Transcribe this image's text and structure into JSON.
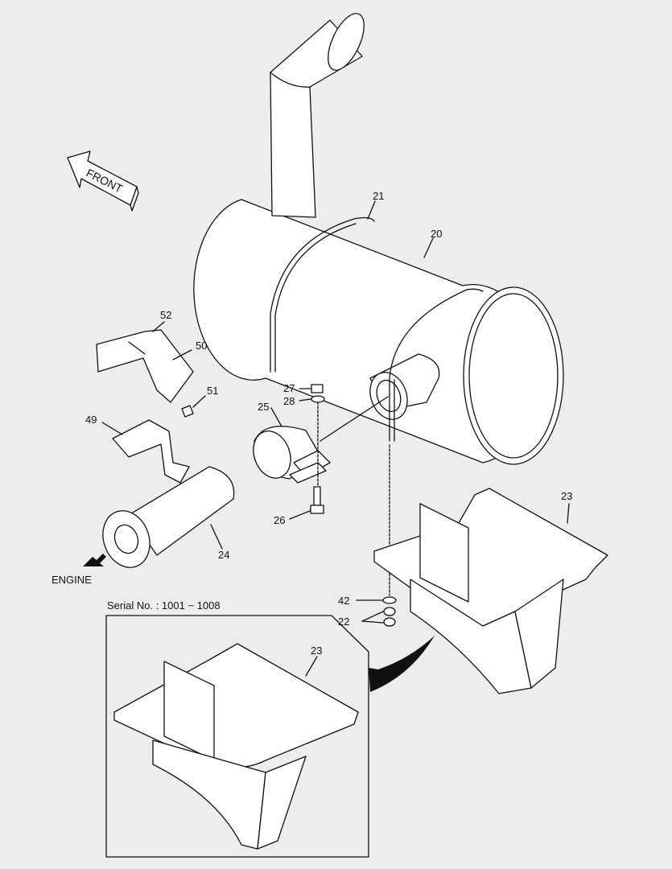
{
  "direction_label": "FRONT",
  "engine_label": "ENGINE",
  "inset": {
    "caption": "Serial No. : 1001 ~ 1008",
    "part_label": "23"
  },
  "parts": {
    "p20": "20",
    "p21": "21",
    "p22": "22",
    "p23": "23",
    "p24": "24",
    "p25": "25",
    "p26": "26",
    "p27": "27",
    "p28": "28",
    "p42": "42",
    "p49": "49",
    "p50": "50",
    "p51": "51",
    "p52": "52"
  }
}
